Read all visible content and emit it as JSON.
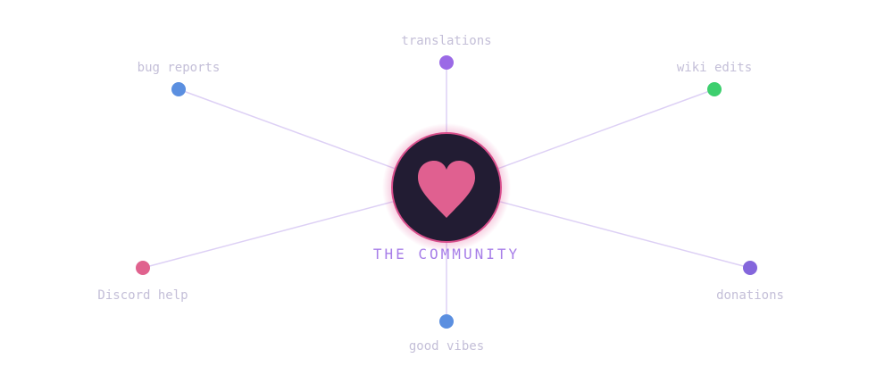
{
  "hub": {
    "label": "THE COMMUNITY",
    "icon": "heart-icon",
    "fill_color": "#221c33",
    "ring_color": "#d94f8c",
    "heart_color": "#e06090",
    "label_color": "#a77ee8"
  },
  "spoke_color": "#ddd0f5",
  "nodes": [
    {
      "label": "translations",
      "color": "#9b6ae6"
    },
    {
      "label": "wiki edits",
      "color": "#3dcf6e"
    },
    {
      "label": "donations",
      "color": "#8466dc"
    },
    {
      "label": "good vibes",
      "color": "#5b8fe0"
    },
    {
      "label": "Discord help",
      "color": "#e0628e"
    },
    {
      "label": "bug reports",
      "color": "#5b8fe0"
    }
  ]
}
